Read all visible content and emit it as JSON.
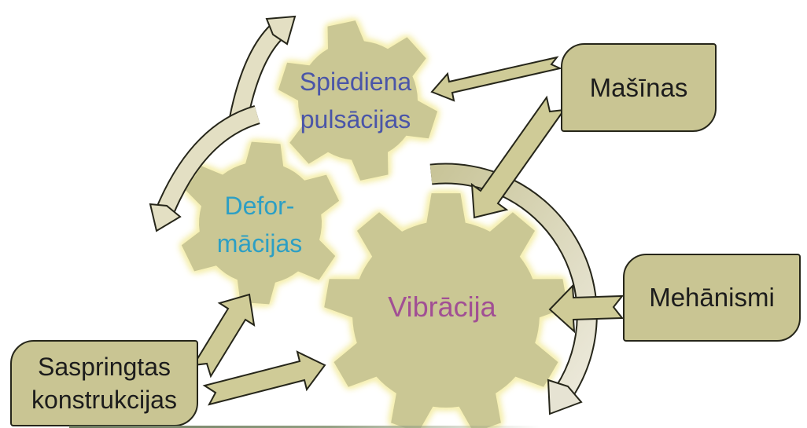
{
  "slide": {
    "gears": [
      {
        "name": "pressure-pulsations",
        "label_line1": "Spiediena",
        "label_line2": "pulsācijas"
      },
      {
        "name": "deformations",
        "label_line1": "Defor-",
        "label_line2": "mācijas"
      },
      {
        "name": "vibration",
        "label": "Vibrācija"
      }
    ],
    "boxes": [
      {
        "name": "machines",
        "label": "Mašīnas"
      },
      {
        "name": "mechanisms",
        "label": "Mehānismi"
      },
      {
        "name": "tensioned-structures",
        "label_line1": "Saspringtas",
        "label_line2": "konstrukcijas"
      }
    ],
    "colors": {
      "gear_fill": "#cac794",
      "shape_fill": "#c9c593",
      "shape_outline": "#26261a",
      "arrow_fill": "#cfcb97",
      "curved_arrow_fill": "#e3dfc3",
      "glow": "#f6f0b4",
      "box_text": "#1c1c1c",
      "text_spiediena": "#4a55a8",
      "text_defor": "#2d9fc4",
      "text_vibracija": "#a14f94",
      "footer_line": "#6b7a5e"
    }
  }
}
